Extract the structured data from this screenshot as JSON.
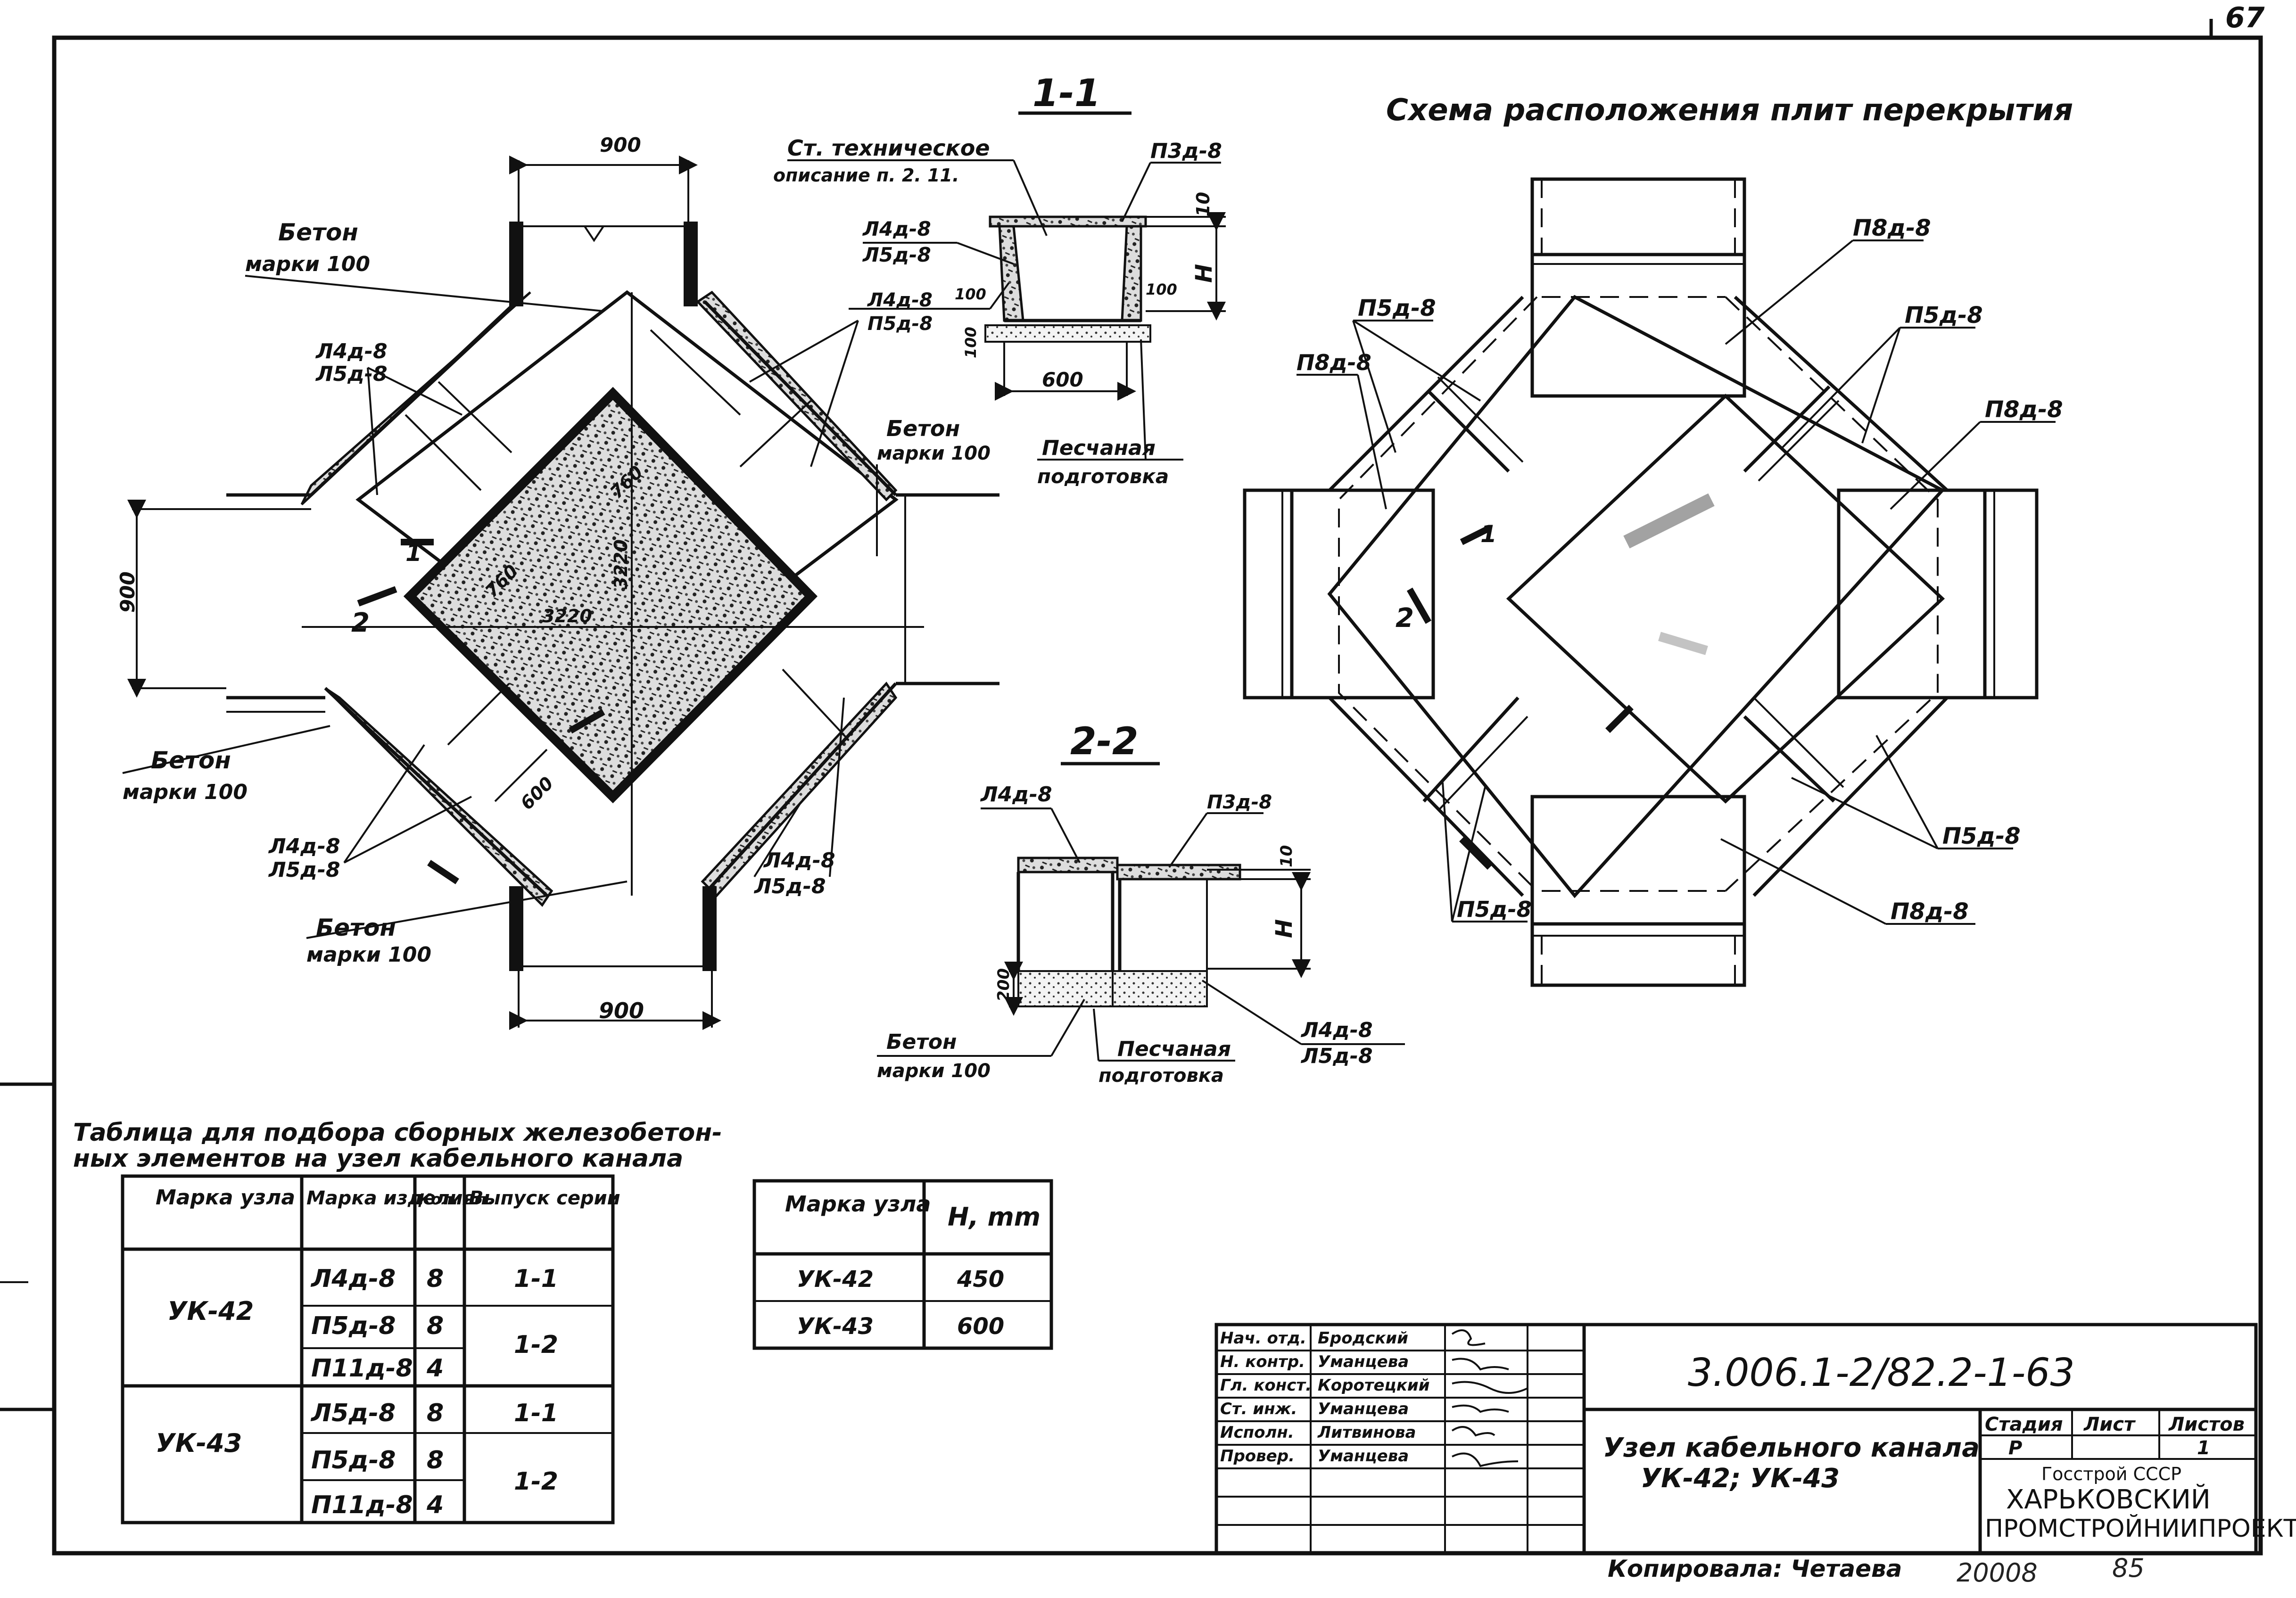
{
  "sheet_corner_mark": "67",
  "plan_view": {
    "dim_900_top": "900",
    "dim_900_bottom": "900",
    "dim_900_left": "900",
    "dim_3220": "3220",
    "dim_3220_vertical": "3220",
    "dim_760_a": "760",
    "dim_760_b": "760",
    "dim_600": "600",
    "section_1": "1",
    "section_2": "2",
    "labels": {
      "beton_tl_1": "Бетон",
      "beton_tl_2": "марки 100",
      "l4_tl": "Л4д-8",
      "l5_tl": "Л5д-8",
      "beton_bl_1": "Бетон",
      "beton_bl_2": "марки 100",
      "l4_bl": "Л4д-8",
      "l5_bl": "Л5д-8",
      "beton_b_1": "Бетон",
      "beton_b_2": "марки 100",
      "l4_br": "Л4д-8",
      "l5_br": "Л5д-8",
      "l4_tr": "Л4д-8",
      "p5_tr": "П5д-8",
      "beton_r_1": "Бетон",
      "beton_r_2": "марки 100"
    }
  },
  "section_1_1": {
    "title": "1-1",
    "note_1": "Ст. техническое",
    "note_2": "описание п. 2. 11.",
    "p3": "П3д-8",
    "l4": "Л4д-8",
    "l5": "Л5д-8",
    "dim_10": "10",
    "dim_h": "H",
    "dim_100_a": "100",
    "dim_100_b": "100",
    "dim_100_c": "100",
    "dim_600": "600",
    "sand_1": "Песчаная",
    "sand_2": "подготовка"
  },
  "section_2_2": {
    "title": "2-2",
    "l4": "Л4д-8",
    "p3": "П3д-8",
    "dim_10": "10",
    "dim_h": "H",
    "dim_200": "200",
    "beton_1": "Бетон",
    "beton_2": "марки 100",
    "sand_1": "Песчаная",
    "sand_2": "подготовка",
    "l4_b": "Л4д-8",
    "l5_b": "Л5д-8"
  },
  "slab_scheme": {
    "title": "Схема расположения плит перекрытия",
    "p8_top": "П8д-8",
    "p5_topright": "П5д-8",
    "p8_right": "П8д-8",
    "p5_topleft": "П5д-8",
    "p8_left": "П8д-8",
    "p5_bottomright": "П5д-8",
    "p8_bottom": "П8д-8",
    "p5_bottomleft": "П5д-8",
    "section_1": "1",
    "section_2": "2"
  },
  "selection_table": {
    "title_1": "Таблица для подбора сборных железобетон-",
    "title_2": "ных элементов на узел кабельного канала",
    "headers": [
      "Марка узла",
      "Марка изделия",
      "Кол. шт.",
      "Выпуск серии"
    ],
    "groups": [
      {
        "node": "УК-42",
        "rows": [
          {
            "item": "Л4д-8",
            "qty": "8",
            "series": "1-1"
          },
          {
            "item": "П5д-8",
            "qty": "8",
            "series": "1-2"
          },
          {
            "item": "П11д-8",
            "qty": "4",
            "series": ""
          }
        ]
      },
      {
        "node": "УК-43",
        "rows": [
          {
            "item": "Л5д-8",
            "qty": "8",
            "series": "1-1"
          },
          {
            "item": "П5д-8",
            "qty": "8",
            "series": "1-2"
          },
          {
            "item": "П11д-8",
            "qty": "4",
            "series": ""
          }
        ]
      }
    ]
  },
  "height_table": {
    "headers": [
      "Марка узла",
      "H, mm"
    ],
    "rows": [
      {
        "node": "УК-42",
        "h": "450"
      },
      {
        "node": "УК-43",
        "h": "600"
      }
    ]
  },
  "title_block": {
    "roles": [
      "Нач. отд.",
      "Н. контр.",
      "Гл. конст.",
      "Ст. инж.",
      "Исполн.",
      "Провер."
    ],
    "names": [
      "Бродский",
      "Уманцева",
      "Коротецкий",
      "Уманцева",
      "Литвинова",
      "Уманцева"
    ],
    "code": "3.006.1-2/82.2-1-63",
    "desc_1": "Узел кабельного канала",
    "desc_2": "УК-42; УК-43",
    "stage_h": "Стадия",
    "sheet_h": "Лист",
    "sheets_h": "Листов",
    "stage": "Р",
    "sheets": "1",
    "org_1": "Госстрой СССР",
    "org_2": "ХАРЬКОВСКИЙ",
    "org_3": "ПРОМСТРОЙНИИПРОЕКТ"
  },
  "footer": {
    "copied": "Копировала: Четаева",
    "number": "20008",
    "num2": "85"
  }
}
